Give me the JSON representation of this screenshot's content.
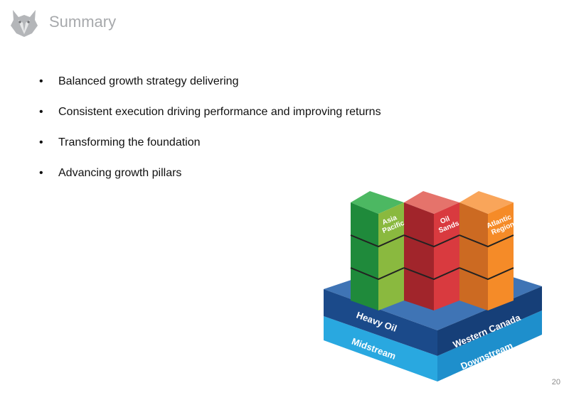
{
  "header": {
    "title": "Summary",
    "logo_icon": "husky-head-icon"
  },
  "bullets": [
    "Balanced growth strategy delivering",
    "Consistent execution driving performance and improving returns",
    "Transforming the foundation",
    "Advancing growth pillars"
  ],
  "graphic": {
    "pillars": [
      {
        "label_line1": "Asia",
        "label_line2": "Pacific",
        "color": "#2e9e47"
      },
      {
        "label_line1": "Oil",
        "label_line2": "Sands",
        "color": "#d93a3f"
      },
      {
        "label_line1": "Atlantic",
        "label_line2": "Region",
        "color": "#f58b28"
      }
    ],
    "base_top": {
      "left": "Heavy Oil",
      "right": "Western Canada",
      "color": "#1b4a8a"
    },
    "base_bottom": {
      "left": "Midstream",
      "right": "Downstream",
      "color": "#29a8e0"
    }
  },
  "footer": {
    "page_number": "20"
  }
}
